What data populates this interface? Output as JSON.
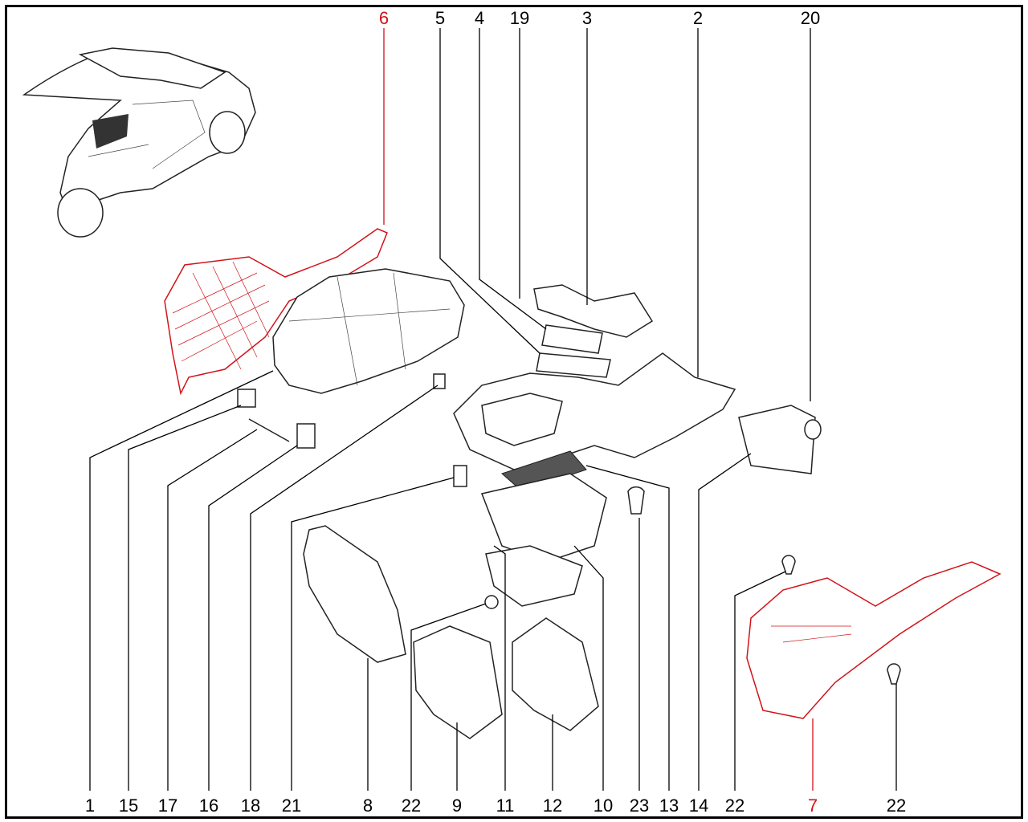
{
  "diagram": {
    "title_labels": {
      "top": [
        "6",
        "5",
        "4",
        "19",
        "3",
        "2",
        "20"
      ],
      "bottom": [
        "1",
        "15",
        "17",
        "16",
        "18",
        "21",
        "8",
        "22",
        "9",
        "11",
        "12",
        "10",
        "23",
        "13",
        "14",
        "22",
        "7",
        "22"
      ]
    },
    "highlight_color": "#d0141a",
    "highlighted_parts": [
      "6",
      "7"
    ]
  }
}
